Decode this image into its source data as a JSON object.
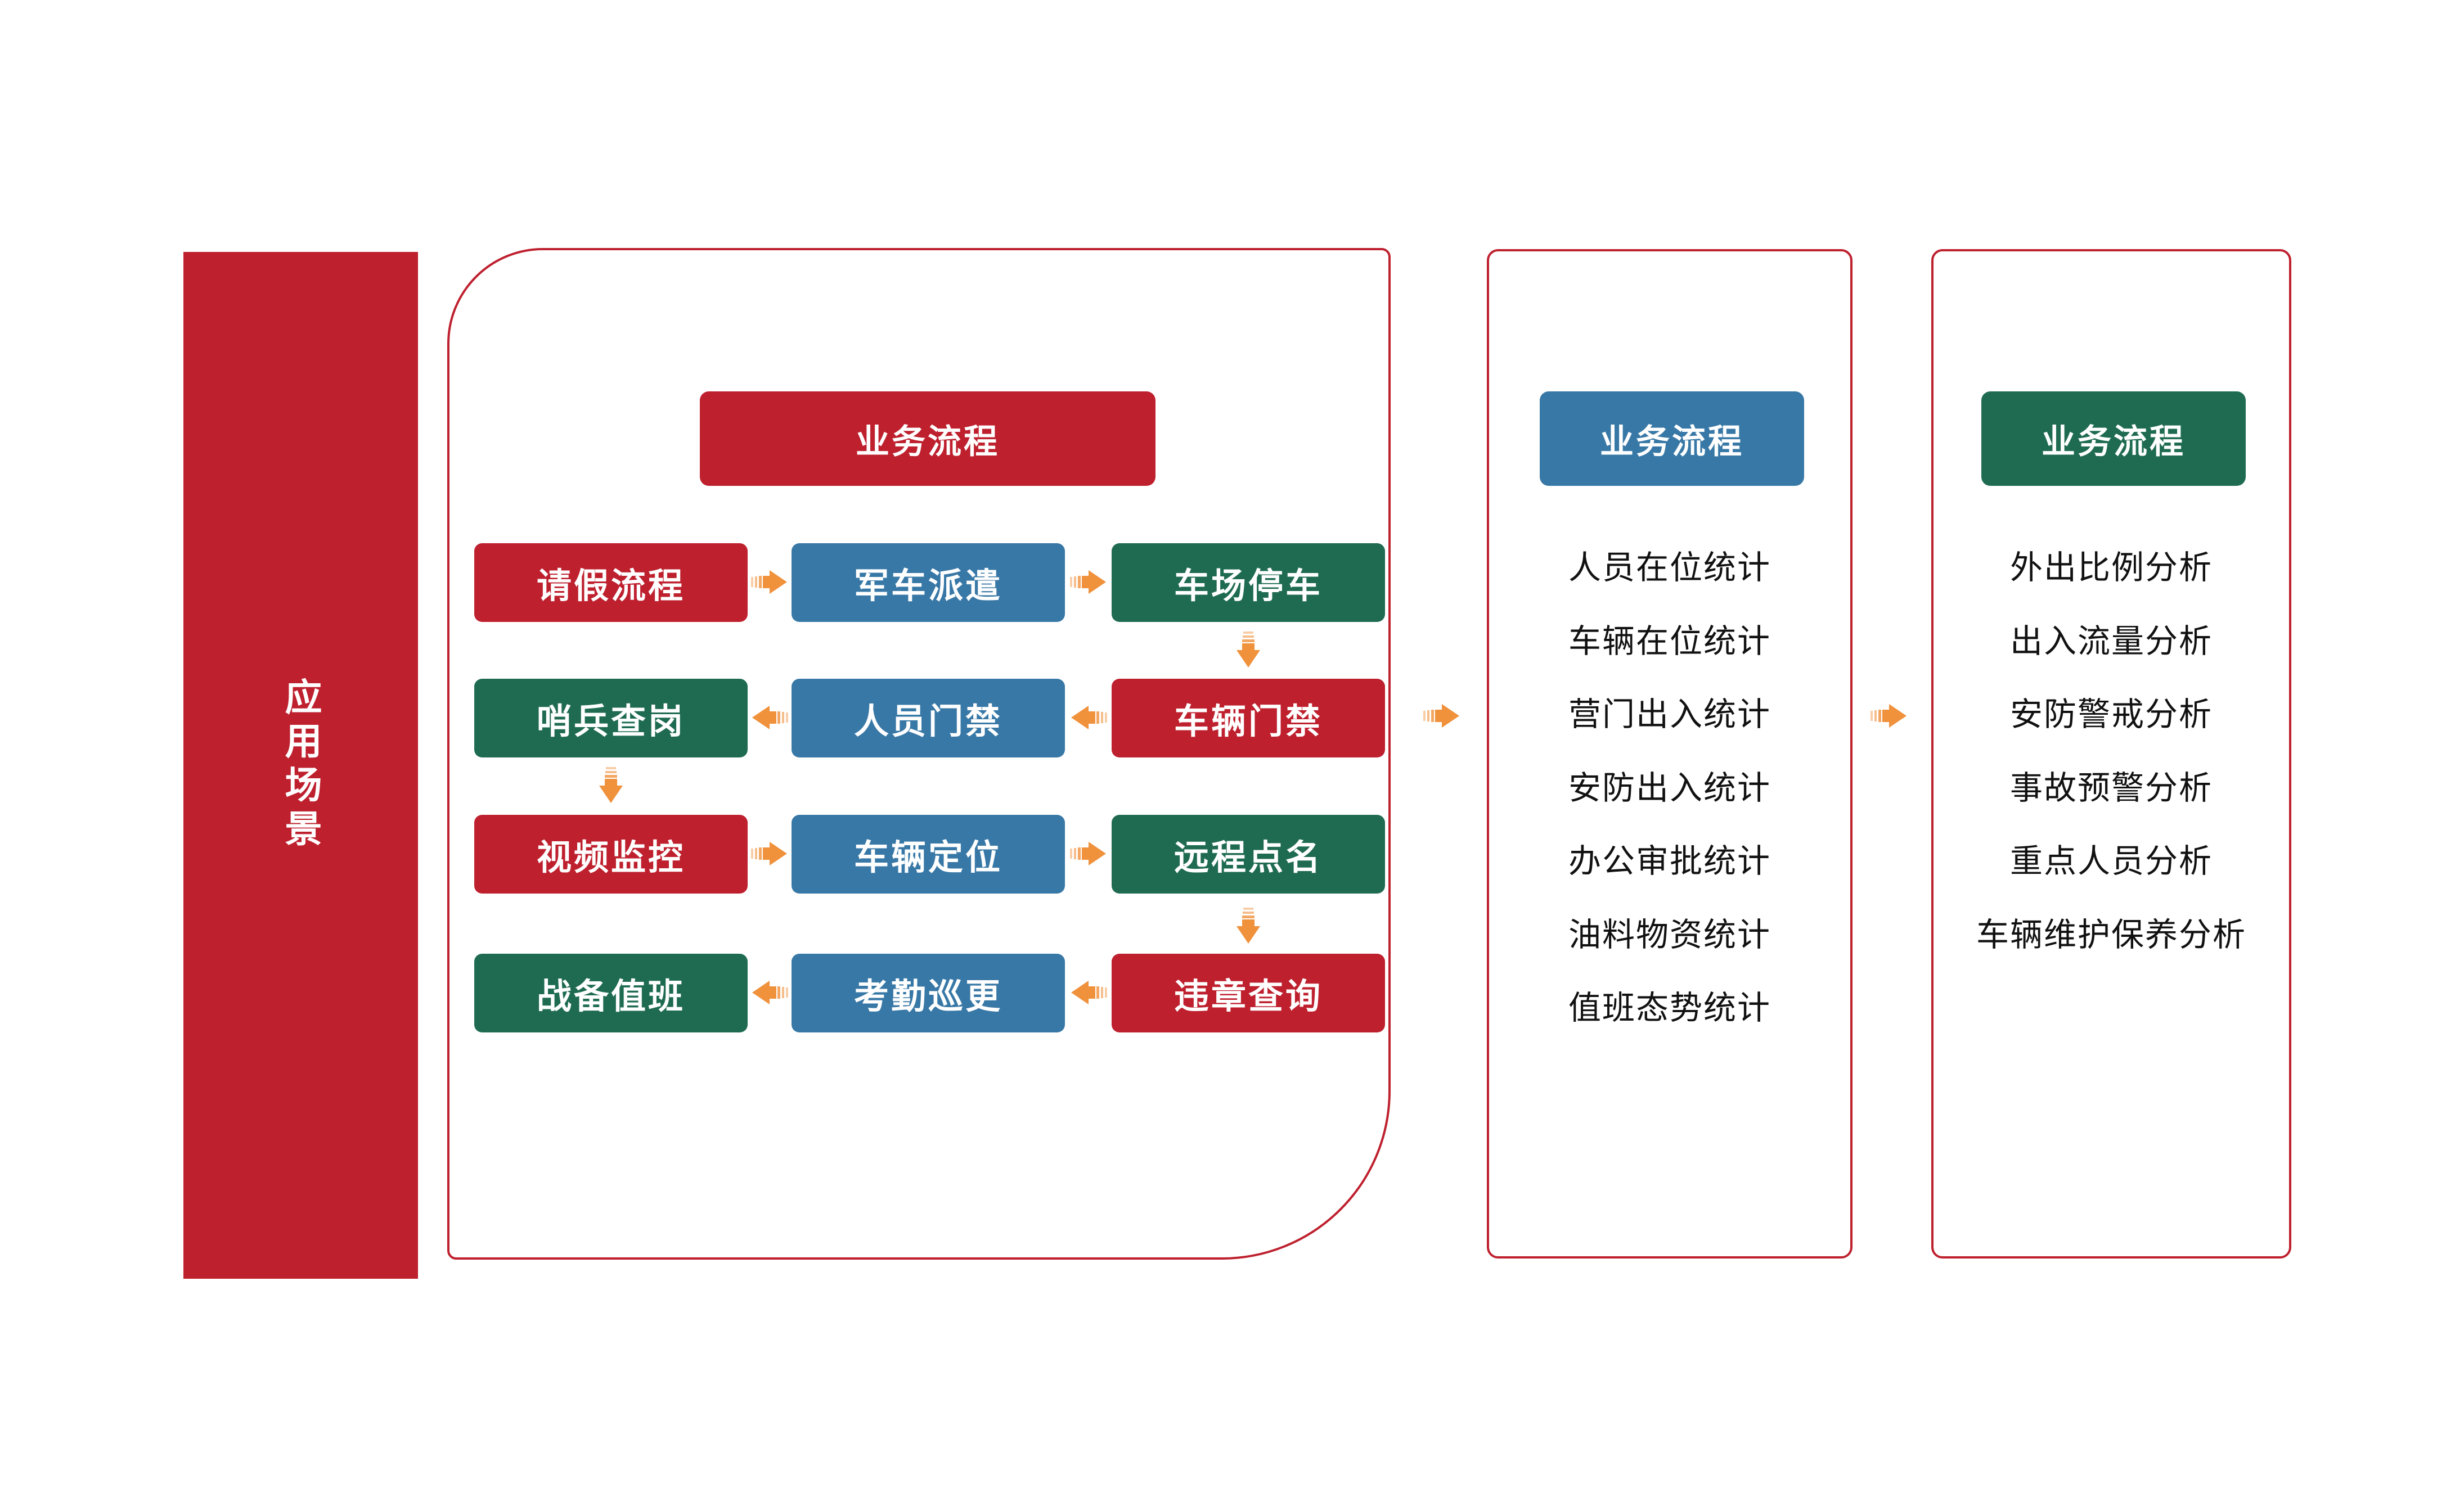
{
  "colors": {
    "red": "#BE202E",
    "blue": "#3878A6",
    "green": "#1F6B52",
    "orange": "#F0913C",
    "text": "#111111"
  },
  "left_bar": {
    "label": "应用场景"
  },
  "main_panel": {
    "header": "业务流程",
    "header_color": "red",
    "rows": [
      {
        "arrow_direction": "right",
        "boxes": [
          {
            "label": "请假流程",
            "color": "red"
          },
          {
            "label": "军车派遣",
            "color": "blue"
          },
          {
            "label": "车场停车",
            "color": "green"
          }
        ]
      },
      {
        "arrow_direction": "left",
        "boxes": [
          {
            "label": "哨兵查岗",
            "color": "green"
          },
          {
            "label": "人员门禁",
            "color": "blue"
          },
          {
            "label": "车辆门禁",
            "color": "red"
          }
        ]
      },
      {
        "arrow_direction": "right",
        "boxes": [
          {
            "label": "视频监控",
            "color": "red"
          },
          {
            "label": "车辆定位",
            "color": "blue"
          },
          {
            "label": "远程点名",
            "color": "green"
          }
        ]
      },
      {
        "arrow_direction": "left",
        "boxes": [
          {
            "label": "战备值班",
            "color": "green"
          },
          {
            "label": "考勤巡更",
            "color": "blue"
          },
          {
            "label": "违章查询",
            "color": "red"
          }
        ]
      }
    ]
  },
  "stats_panel": {
    "header": "业务流程",
    "header_color": "blue",
    "items": [
      "人员在位统计",
      "车辆在位统计",
      "营门出入统计",
      "安防出入统计",
      "办公审批统计",
      "油料物资统计",
      "值班态势统计"
    ]
  },
  "analysis_panel": {
    "header": "业务流程",
    "header_color": "green",
    "items": [
      "外出比例分析",
      "出入流量分析",
      "安防警戒分析",
      "事故预警分析",
      "重点人员分析",
      "车辆维护保养分析"
    ]
  }
}
